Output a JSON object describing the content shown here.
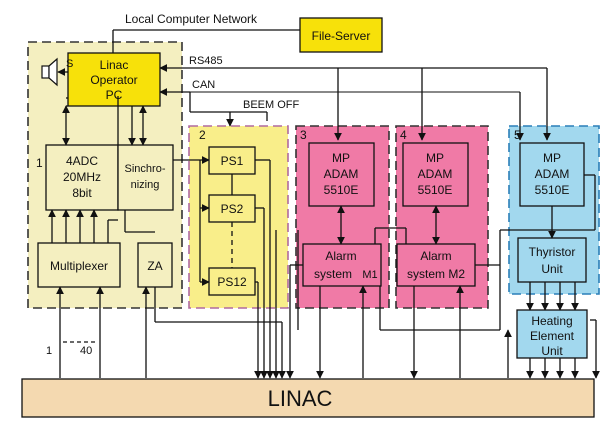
{
  "colors": {
    "background": "#ffffff",
    "zone1": "#f4efc0",
    "zone2": "#f9ee8a",
    "zone34": "#f07aa6",
    "zone5": "#a2d8ee",
    "yellow_box": "#f7e10a",
    "light_box": "#f4efc0",
    "blue_box": "#a2d8ee",
    "pink_box": "#f07aa6",
    "linac": "#f4d9b0"
  },
  "network": {
    "label": "Local Computer Network",
    "file_server": "File-Server"
  },
  "buses": {
    "rs485": "RS485",
    "can": "CAN",
    "beem_off": "BEEM OFF"
  },
  "zones": {
    "z1": "1",
    "z2": "2",
    "z3": "3",
    "z4": "4",
    "z5": "5"
  },
  "operator_pc": {
    "line1": "Linac",
    "line2": "Operator",
    "line3": "PC"
  },
  "speaker": {
    "icon": "speaker-icon",
    "label": "S"
  },
  "adc": {
    "line1": "4ADC",
    "line2": "20MHz",
    "line3": "8bit"
  },
  "sync": {
    "line1": "Sinchro-",
    "line2": "nizing"
  },
  "multiplexer": "Multiplexer",
  "za": "ZA",
  "inputs": {
    "from": "1",
    "to": "40"
  },
  "power_supplies": [
    "PS1",
    "PS2",
    "PS12"
  ],
  "mp_units": [
    {
      "line1": "MP",
      "line2": "ADAM",
      "line3": "5510E"
    },
    {
      "line1": "MP",
      "line2": "ADAM",
      "line3": "5510E"
    },
    {
      "line1": "MP",
      "line2": "ADAM",
      "line3": "5510E"
    }
  ],
  "alarm_m1": {
    "line1": "Alarm",
    "line2": "system",
    "suffix": "M1"
  },
  "alarm_m2": {
    "line1": "Alarm",
    "line2": "system M2"
  },
  "thyristor": {
    "line1": "Thyristor",
    "line2": "Unit"
  },
  "heating": {
    "line1": "Heating",
    "line2": "Element",
    "line3": "Unit"
  },
  "linac": "LINAC"
}
